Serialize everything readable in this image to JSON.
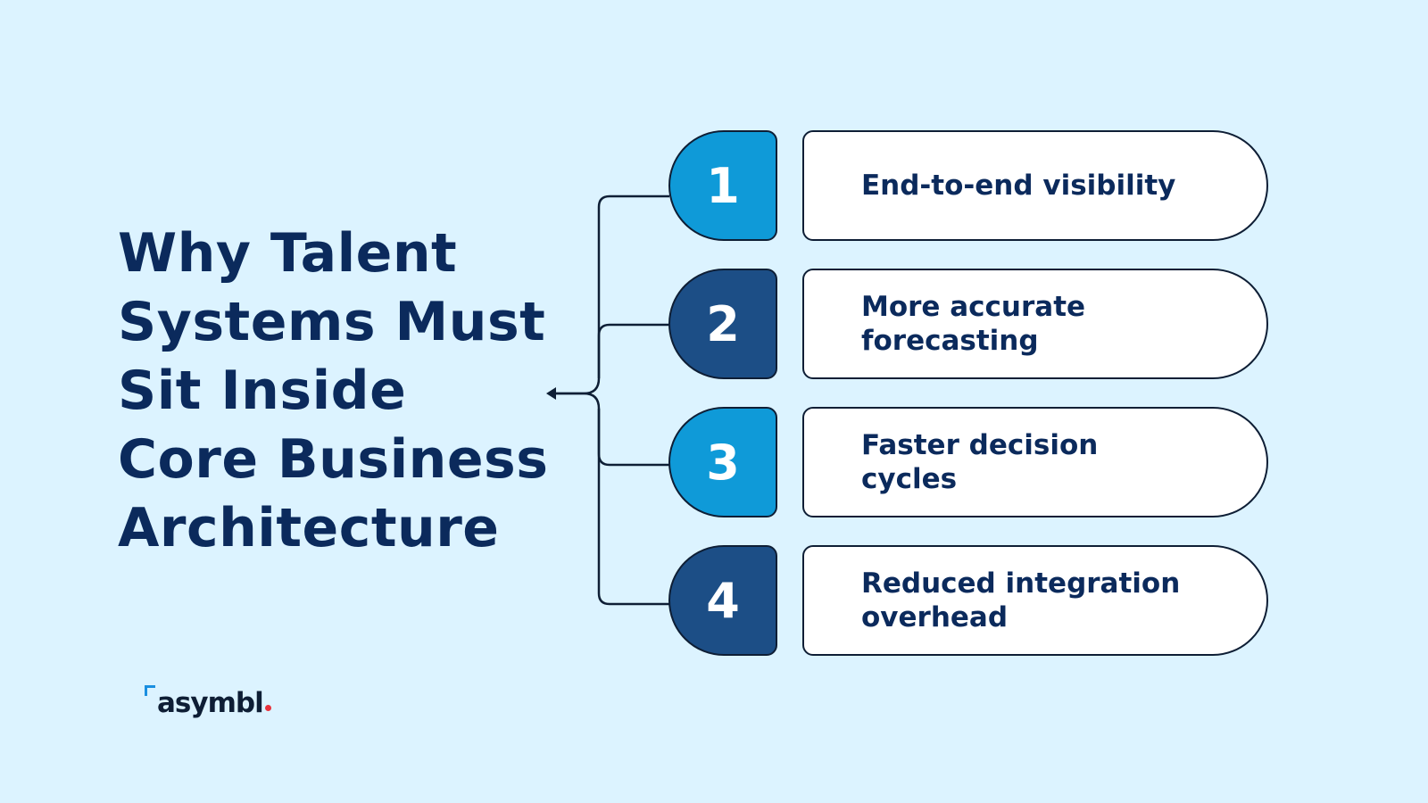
{
  "title_lines": [
    "Why Talent",
    "Systems Must",
    "Sit Inside",
    "Core Business",
    "Architecture"
  ],
  "steps": [
    {
      "number": "1",
      "label": "End-to-end visibility",
      "color": "#0f9ad8"
    },
    {
      "number": "2",
      "label": "More accurate forecasting",
      "color": "#1c4e86"
    },
    {
      "number": "3",
      "label": "Faster decision cycles",
      "color": "#0f9ad8"
    },
    {
      "number": "4",
      "label": "Reduced integration overhead",
      "color": "#1c4e86"
    }
  ],
  "logo": {
    "text": "asymbl",
    "bracket_color": "#1a8fe0",
    "dot_color": "#e8323c"
  },
  "colors": {
    "background": "#dcf3ff",
    "title": "#0b2a5c",
    "outline": "#0e1e35"
  }
}
